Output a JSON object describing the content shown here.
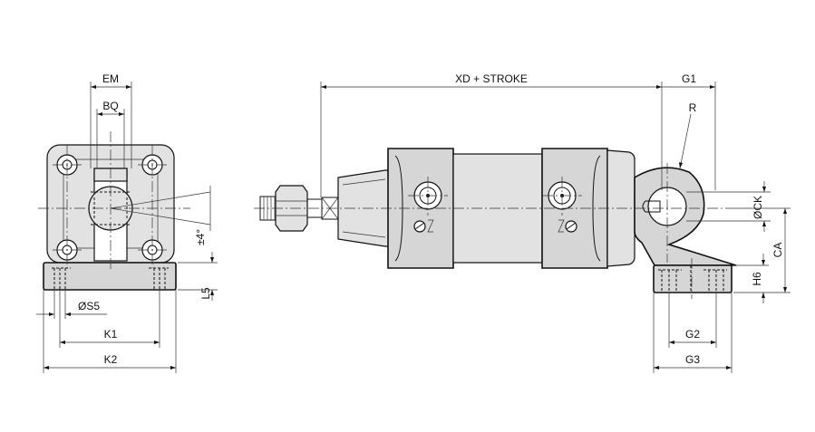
{
  "labels": {
    "em": "EM",
    "bq": "BQ",
    "angle": "±4°",
    "l5": "L5",
    "s5": "ØS5",
    "k1": "K1",
    "k2": "K2",
    "xd_stroke": "XD + STROKE",
    "g1": "G1",
    "r": "R",
    "ck": "ØCK",
    "ca": "CA",
    "h6": "H6",
    "g2": "G2",
    "g3": "G3"
  },
  "colors": {
    "body_fill": "#d6d6d6",
    "line": "#111111",
    "background": "#ffffff"
  }
}
